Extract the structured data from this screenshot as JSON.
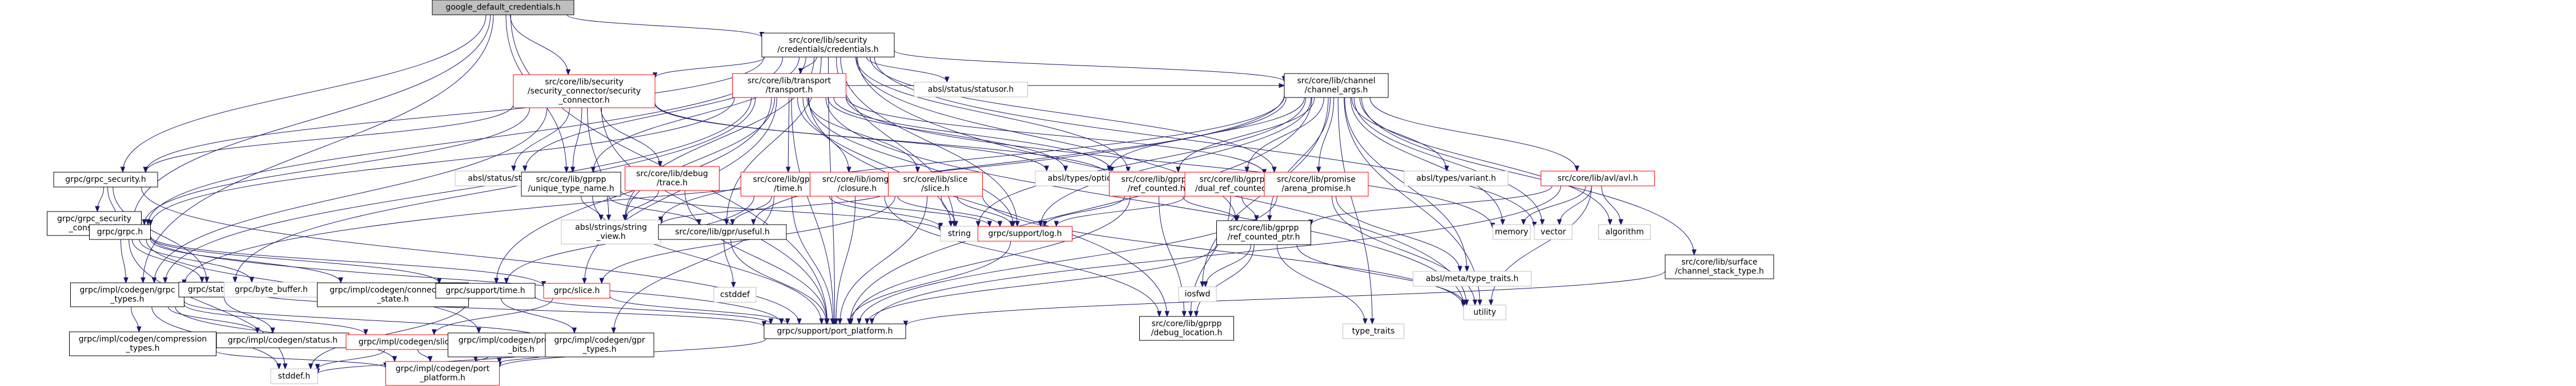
{
  "colors": {
    "root_fill": "#bfbfbf",
    "edge": "#191970",
    "border_normal": "#000000",
    "border_red": "#ff0000",
    "border_gray": "#bfbfbf"
  },
  "nodes": {
    "root": {
      "lines": [
        "google_default_credentials.h"
      ],
      "border": "root"
    },
    "credentials": {
      "lines": [
        "src/core/lib/security",
        "/credentials/credentials.h"
      ],
      "border": "normal"
    },
    "sec_connector": {
      "lines": [
        "src/core/lib/security",
        "/security_connector/security",
        "_connector.h"
      ],
      "border": "red"
    },
    "transport": {
      "lines": [
        "src/core/lib/transport",
        "/transport.h"
      ],
      "border": "red"
    },
    "abslstatusor": {
      "lines": [
        "absl/status/statusor.h"
      ],
      "border": "gray"
    },
    "channel_args": {
      "lines": [
        "src/core/lib/channel",
        "/channel_args.h"
      ],
      "border": "normal"
    },
    "grpc_security": {
      "lines": [
        "grpc/grpc_security.h"
      ],
      "border": "normal"
    },
    "grpc_sec_const": {
      "lines": [
        "grpc/grpc_security",
        "_constants.h"
      ],
      "border": "normal"
    },
    "abslstatus": {
      "lines": [
        "absl/status/status.h"
      ],
      "border": "gray"
    },
    "unique_type": {
      "lines": [
        "src/core/lib/gprpp",
        "/unique_type_name.h"
      ],
      "border": "normal"
    },
    "debug_trace": {
      "lines": [
        "src/core/lib/debug",
        "/trace.h"
      ],
      "border": "red"
    },
    "gprpp_time": {
      "lines": [
        "src/core/lib/gprpp",
        "/time.h"
      ],
      "border": "red"
    },
    "iomgr_closure": {
      "lines": [
        "src/core/lib/iomgr",
        "/closure.h"
      ],
      "border": "red"
    },
    "slice_slice": {
      "lines": [
        "src/core/lib/slice",
        "/slice.h"
      ],
      "border": "red"
    },
    "abslopt": {
      "lines": [
        "absl/types/optional.h"
      ],
      "border": "gray"
    },
    "ref_counted": {
      "lines": [
        "src/core/lib/gprpp",
        "/ref_counted.h"
      ],
      "border": "red"
    },
    "dual_ref": {
      "lines": [
        "src/core/lib/gprpp",
        "/dual_ref_counted.h"
      ],
      "border": "red"
    },
    "arena_promise": {
      "lines": [
        "src/core/lib/promise",
        "/arena_promise.h"
      ],
      "border": "red"
    },
    "abslvariant": {
      "lines": [
        "absl/types/variant.h"
      ],
      "border": "gray"
    },
    "avl": {
      "lines": [
        "src/core/lib/avl/avl.h"
      ],
      "border": "red"
    },
    "grpc_h": {
      "lines": [
        "grpc/grpc.h"
      ],
      "border": "normal"
    },
    "strview": {
      "lines": [
        "absl/strings/string",
        "_view.h"
      ],
      "border": "gray"
    },
    "gpr_useful": {
      "lines": [
        "src/core/lib/gpr/useful.h"
      ],
      "border": "normal"
    },
    "string": {
      "lines": [
        "string"
      ],
      "border": "gray"
    },
    "support_log": {
      "lines": [
        "grpc/support/log.h"
      ],
      "border": "red"
    },
    "ref_counted_ptr": {
      "lines": [
        "src/core/lib/gprpp",
        "/ref_counted_ptr.h"
      ],
      "border": "normal"
    },
    "memory": {
      "lines": [
        "memory"
      ],
      "border": "gray"
    },
    "meta_traits": {
      "lines": [
        "absl/meta/type_traits.h"
      ],
      "border": "gray"
    },
    "vector": {
      "lines": [
        "vector"
      ],
      "border": "gray"
    },
    "algorithm": {
      "lines": [
        "algorithm"
      ],
      "border": "gray"
    },
    "utility": {
      "lines": [
        "utility"
      ],
      "border": "gray"
    },
    "channel_stack": {
      "lines": [
        "src/core/lib/surface",
        "/channel_stack_type.h"
      ],
      "border": "normal"
    },
    "codegen_types": {
      "lines": [
        "grpc/impl/codegen/grpc",
        "_types.h"
      ],
      "border": "normal"
    },
    "status_h": {
      "lines": [
        "grpc/status.h"
      ],
      "border": "normal"
    },
    "byte_buffer": {
      "lines": [
        "grpc/byte_buffer.h"
      ],
      "border": "gray"
    },
    "connectivity": {
      "lines": [
        "grpc/impl/codegen/connectivity",
        "_state.h"
      ],
      "border": "normal"
    },
    "support_time": {
      "lines": [
        "grpc/support/time.h"
      ],
      "border": "normal"
    },
    "slice_h": {
      "lines": [
        "grpc/slice.h"
      ],
      "border": "red"
    },
    "cstddef": {
      "lines": [
        "cstddef"
      ],
      "border": "gray"
    },
    "iosfwd": {
      "lines": [
        "iosfwd"
      ],
      "border": "gray"
    },
    "debug_location": {
      "lines": [
        "src/core/lib/gprpp",
        "/debug_location.h"
      ],
      "border": "normal"
    },
    "type_traits": {
      "lines": [
        "type_traits"
      ],
      "border": "gray"
    },
    "compression": {
      "lines": [
        "grpc/impl/codegen/compression",
        "_types.h"
      ],
      "border": "normal"
    },
    "codegen_status": {
      "lines": [
        "grpc/impl/codegen/status.h"
      ],
      "border": "normal"
    },
    "codegen_slice": {
      "lines": [
        "grpc/impl/codegen/slice.h"
      ],
      "border": "red"
    },
    "propagation": {
      "lines": [
        "grpc/impl/codegen/propagation",
        "_bits.h"
      ],
      "border": "normal"
    },
    "gpr_types": {
      "lines": [
        "grpc/impl/codegen/gpr",
        "_types.h"
      ],
      "border": "normal"
    },
    "port_platform": {
      "lines": [
        "grpc/support/port_platform.h"
      ],
      "border": "normal"
    },
    "stddef": {
      "lines": [
        "stddef.h"
      ],
      "border": "gray"
    },
    "codegen_port": {
      "lines": [
        "grpc/impl/codegen/port",
        "_platform.h"
      ],
      "border": "red"
    }
  }
}
